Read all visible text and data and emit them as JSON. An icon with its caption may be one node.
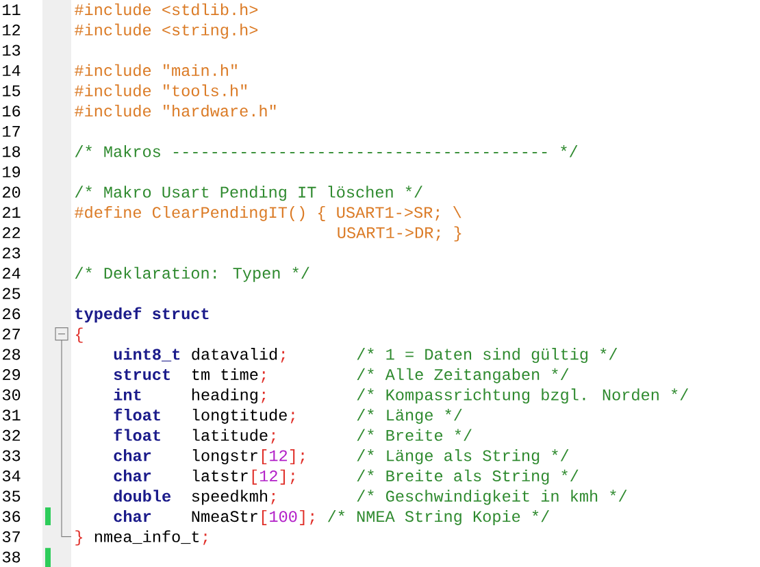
{
  "diagram": {
    "labels": [
      "11",
      "#include <stdlib.h>",
      "12",
      "#include <string.h>",
      "13",
      "14",
      "#include \"main.h\"",
      "15",
      "#include \"tools.h\"",
      "16",
      "#include \"hardware.h\"",
      "17",
      "18",
      "/* Makros --------------------------------------- */",
      "19",
      "20",
      "/* Makro Usart Pending IT löschen */",
      "21",
      "#define ClearPendingIT() { USART1->SR; \\",
      "22",
      "USART1->DR; }",
      "23",
      "24",
      "/* Deklaration: Typen */",
      "25",
      "26",
      "typedef struct",
      "27",
      "{",
      "28",
      "uint8_t",
      "datavalid",
      ";",
      "/* 1 = Daten sind gültig */",
      "29",
      "struct",
      "tm time",
      ";",
      "/* Alle Zeitangaben */",
      "30",
      "int",
      "heading",
      ";",
      "/* Kompassrichtung bzgl. Norden */",
      "31",
      "float",
      "longtitude",
      ";",
      "/* Länge */",
      "32",
      "float",
      "latitude",
      ";",
      "/* Breite */",
      "33",
      "char",
      "longstr",
      "[",
      "12",
      "]",
      ";",
      "/* Länge als String */",
      "34",
      "char",
      "latstr",
      "[",
      "12",
      "]",
      ";",
      "/* Breite als String */",
      "35",
      "double",
      "speedkmh",
      ";",
      "/* Geschwindigkeit in kmh */",
      "36",
      "char",
      "NmeaStr",
      "[",
      "100",
      "]",
      ";",
      "/* NMEA String Kopie */",
      "37",
      "}",
      "nmea_info_t",
      ";",
      "38"
    ]
  }
}
